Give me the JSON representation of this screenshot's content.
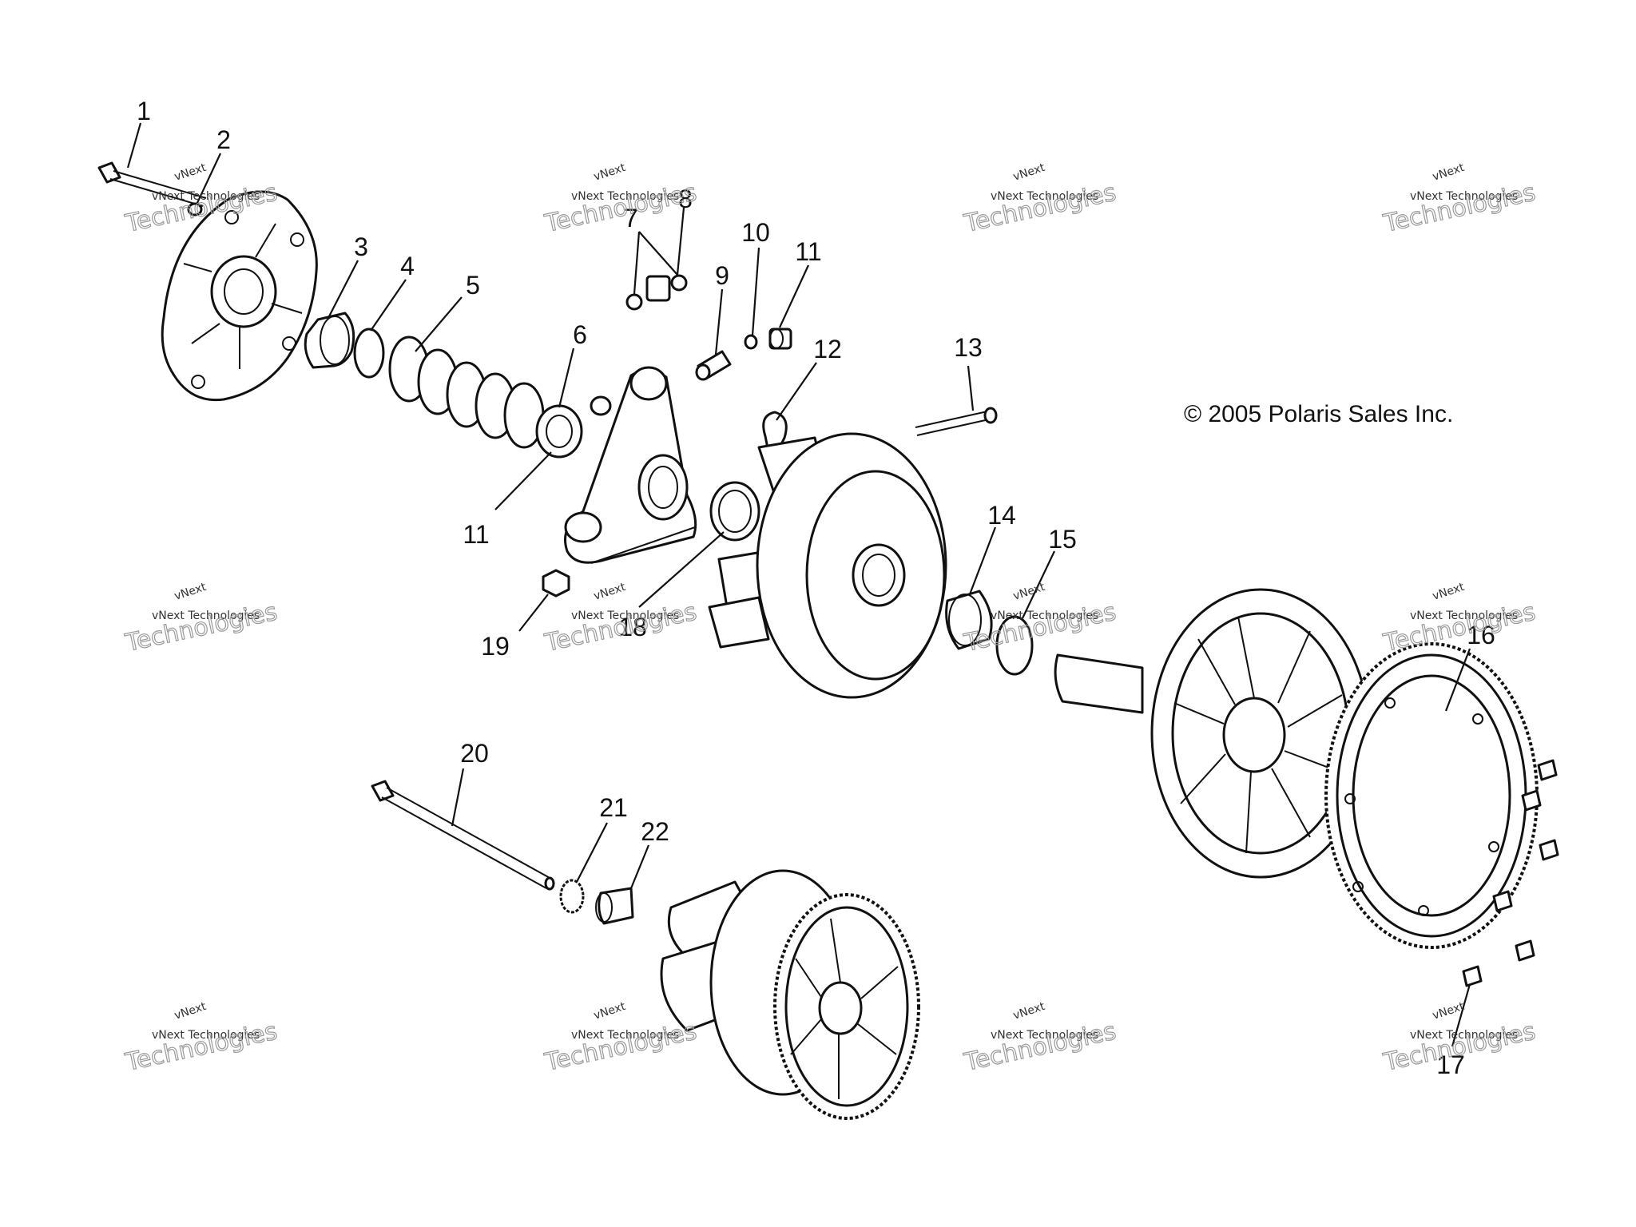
{
  "copyright": "© 2005 Polaris Sales Inc.",
  "watermark": {
    "small": "vNext Technologies",
    "big": "Technologies",
    "tag": "vNext"
  },
  "callouts": [
    "1",
    "2",
    "3",
    "4",
    "5",
    "6",
    "7",
    "8",
    "9",
    "10",
    "11",
    "12",
    "13",
    "11",
    "18",
    "19",
    "14",
    "15",
    "16",
    "20",
    "21",
    "22",
    "17"
  ]
}
